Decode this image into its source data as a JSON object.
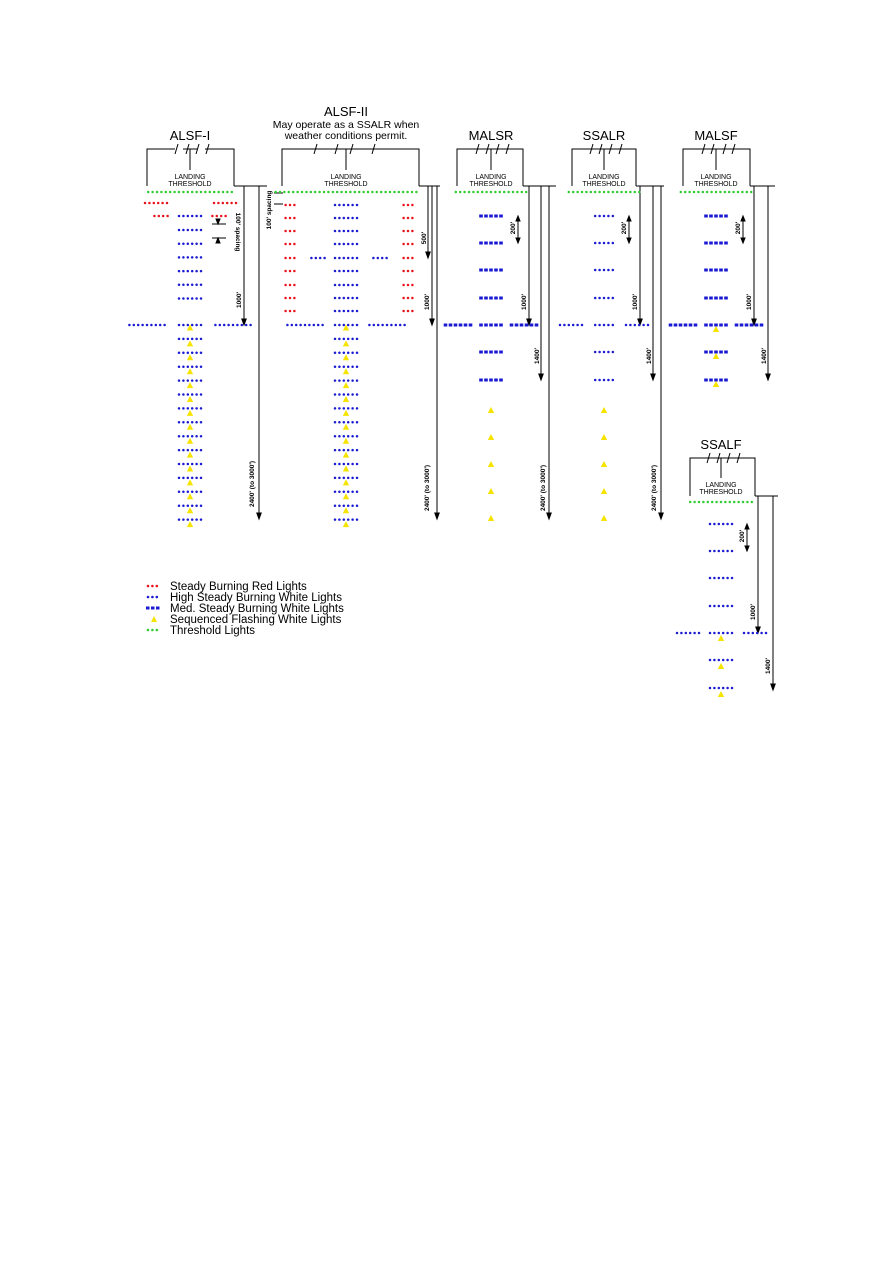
{
  "colors": {
    "red": "#e8141e",
    "high_white": "#1a1ad2",
    "med_white": "#1a1ad2",
    "flash": "#f6e400",
    "threshold": "#33cc33",
    "line": "#000000"
  },
  "systems": {
    "alsf1": {
      "title": "ALSF-I",
      "threshold": [
        "LANDING",
        "THRESHOLD"
      ],
      "dims": [
        "100' spacing",
        "1000'",
        "2400' (to 3000')"
      ]
    },
    "alsf2": {
      "title": "ALSF-II",
      "note": [
        "May operate as a SSALR when",
        "weather conditions permit."
      ],
      "threshold": [
        "LANDING",
        "THRESHOLD"
      ],
      "dims": [
        "100' spacing",
        "500'",
        "1000'",
        "2400' (to 3000')"
      ]
    },
    "malsr": {
      "title": "MALSR",
      "threshold": [
        "LANDING",
        "THRESHOLD"
      ],
      "dims": [
        "200'",
        "1000'",
        "1400'",
        "2400' (to 3000')"
      ]
    },
    "ssalr": {
      "title": "SSALR",
      "threshold": [
        "LANDING",
        "THRESHOLD"
      ],
      "dims": [
        "200'",
        "1000'",
        "1400'",
        "2400' (to 3000')"
      ]
    },
    "malsf": {
      "title": "MALSF",
      "threshold": [
        "LANDING",
        "THRESHOLD"
      ],
      "dims": [
        "200'",
        "1000'",
        "1400'"
      ]
    },
    "ssalf": {
      "title": "SSALF",
      "threshold": [
        "LANDING",
        "THRESHOLD"
      ],
      "dims": [
        "200'",
        "1000'",
        "1400'"
      ]
    }
  },
  "legend": [
    {
      "label": "Steady Burning Red Lights",
      "key": "red"
    },
    {
      "label": "High Steady Burning White Lights",
      "key": "high"
    },
    {
      "label": "Med. Steady Burning White Lights",
      "key": "med"
    },
    {
      "label": "Sequenced Flashing White Lights",
      "key": "flash"
    },
    {
      "label": "Threshold Lights",
      "key": "threshold"
    }
  ]
}
